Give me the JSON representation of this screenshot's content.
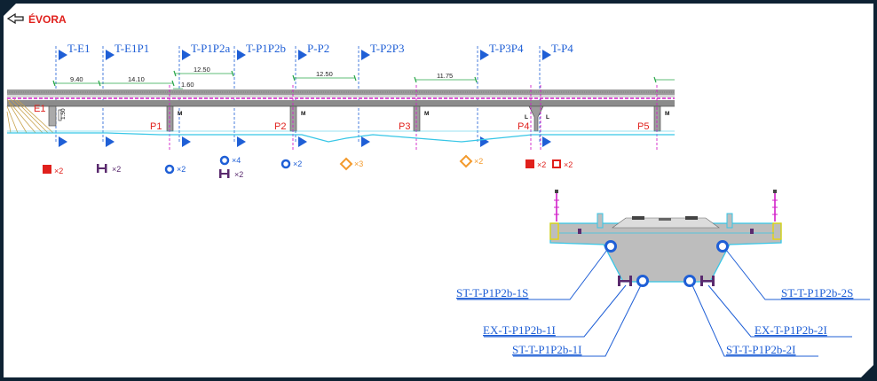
{
  "title": "ÉVORA",
  "sections": [
    {
      "label": "T-E1"
    },
    {
      "label": "T-E1P1"
    },
    {
      "label": "T-P1P2a"
    },
    {
      "label": "T-P1P2b"
    },
    {
      "label": "P-P2"
    },
    {
      "label": "T-P2P3"
    },
    {
      "label": "T-P3P4"
    },
    {
      "label": "T-P4"
    }
  ],
  "dimensions": [
    "9.40",
    "14.10",
    "12.50",
    "1.60",
    "12.50",
    "11.75"
  ],
  "supports": [
    "E1",
    "P1",
    "P2",
    "P3",
    "P4",
    "P5"
  ],
  "markers": {
    "m": "M",
    "l": "L",
    "small": "1.50"
  },
  "legend": [
    {
      "count": "×2"
    },
    {
      "count": "×2"
    },
    {
      "count": "×2"
    },
    {
      "count": "×4"
    },
    {
      "count": "×2"
    },
    {
      "count": "×2"
    },
    {
      "count": "×3"
    },
    {
      "count": "×2"
    },
    {
      "count": "×2"
    },
    {
      "count": "×2"
    }
  ],
  "callouts": [
    "ST-T-P1P2b-1S",
    "ST-T-P1P2b-2S",
    "EX-T-P1P2b-1I",
    "EX-T-P1P2b-2I",
    "ST-T-P1P2b-1I",
    "ST-T-P1P2b-2I"
  ],
  "colors": {
    "blue": "#1f5fd6",
    "red": "#e0201c",
    "purple": "#5a2a6e",
    "orange": "#f39a2c",
    "water": "#36c6e6",
    "magenta": "#d21fc9"
  }
}
